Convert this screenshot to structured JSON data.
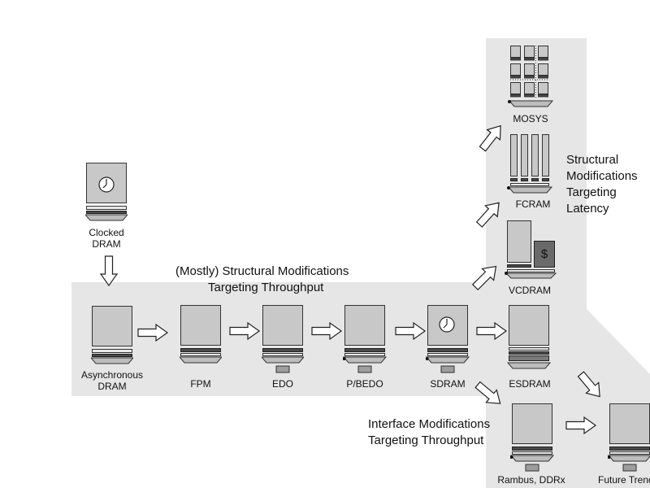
{
  "captions": {
    "structural_throughput_line1": "(Mostly) Structural Modifications",
    "structural_throughput_line2": "Targeting Throughput",
    "structural_latency_line1": "Structural",
    "structural_latency_line2": "Modifications",
    "structural_latency_line3": "Targeting",
    "structural_latency_line4": "Latency",
    "interface_line1": "Interface Modifications",
    "interface_line2": "Targeting Throughput"
  },
  "chips": {
    "clocked_dram_line1": "Clocked",
    "clocked_dram_line2": "DRAM",
    "async_dram_line1": "Asynchronous",
    "async_dram_line2": "DRAM",
    "fpm": "FPM",
    "edo": "EDO",
    "pbedo": "P/BEDO",
    "sdram": "SDRAM",
    "esdram": "ESDRAM",
    "vcdram": "VCDRAM",
    "fcram": "FCRAM",
    "mosys": "MOSYS",
    "rambus": "Rambus, DDRx",
    "future": "Future Trends"
  },
  "symbols": {
    "dollar": "$"
  },
  "icons": [
    "clock-icon",
    "dollar-icon",
    "hollow-arrow-icon"
  ]
}
